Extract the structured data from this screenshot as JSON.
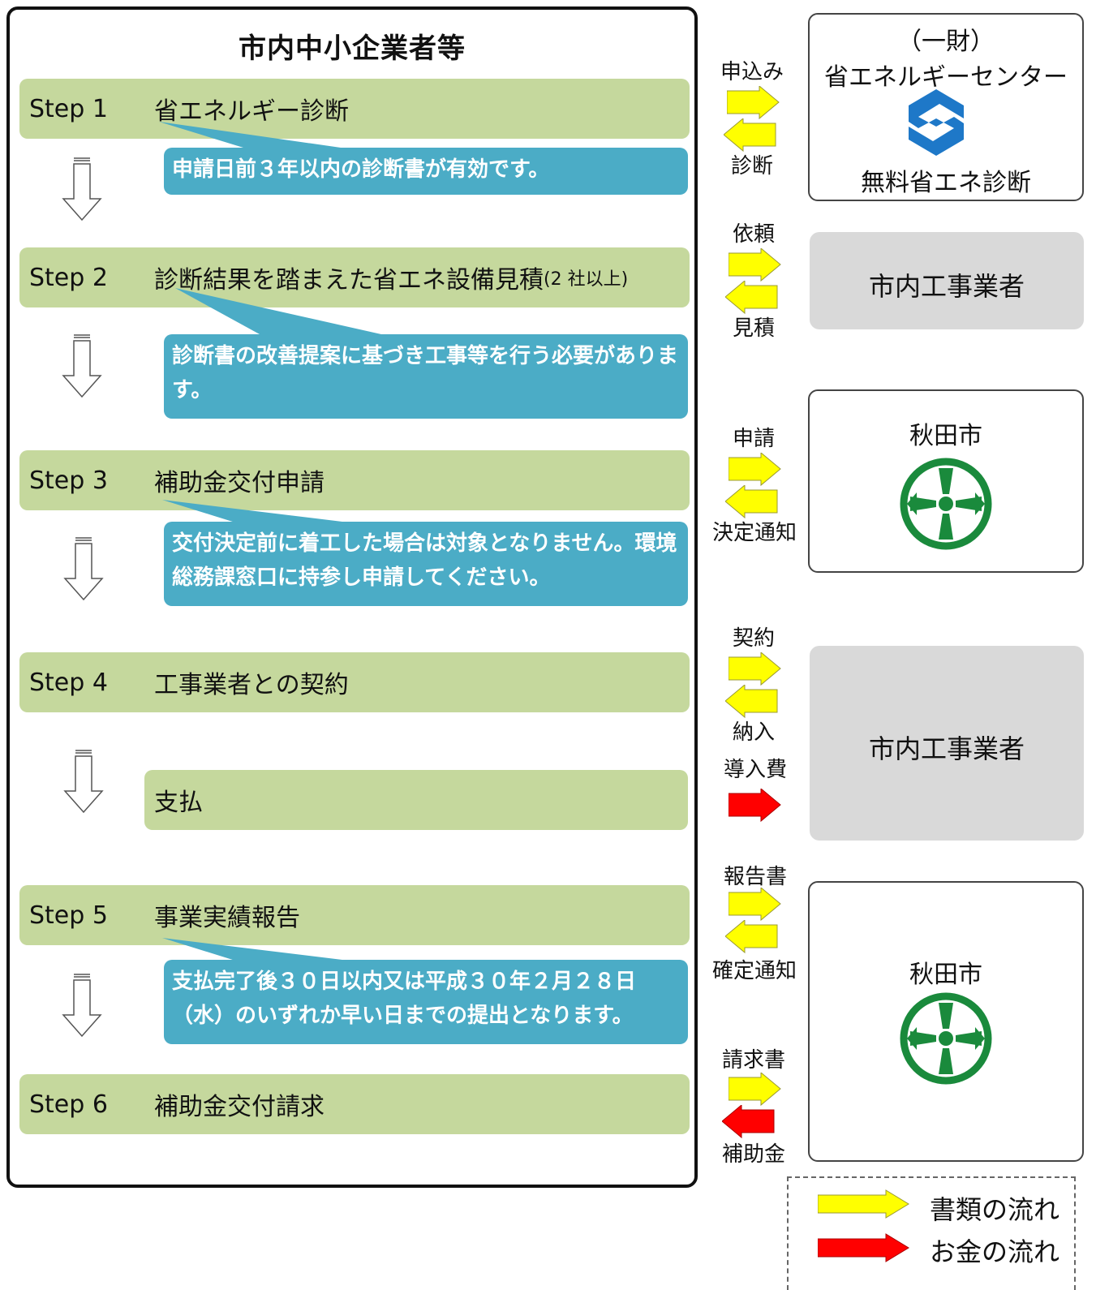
{
  "main": {
    "title": "市内中小企業者等",
    "steps": [
      {
        "label": "Step 1",
        "text": "省エネルギー診断",
        "note": "申請日前３年以内の診断書が有効です。"
      },
      {
        "label": "Step 2",
        "text": "診断結果を踏まえた省エネ設備見積",
        "suffix": "(2 社以上)",
        "note": "診断書の改善提案に基づき工事等を行う必要があります。"
      },
      {
        "label": "Step 3",
        "text": "補助金交付申請",
        "note": "交付決定前に着工した場合は対象となりません。環境総務課窓口に持参し申請してください。"
      },
      {
        "label": "Step 4",
        "text": "工事業者との契約",
        "sub": "支払"
      },
      {
        "label": "Step 5",
        "text": "事業実績報告",
        "note": "支払完了後３０日以内又は平成３０年２月２８日（水）のいずれか早い日までの提出となります。"
      },
      {
        "label": "Step 6",
        "text": "補助金交付請求"
      }
    ]
  },
  "side": {
    "energy_center": {
      "line1": "（一財）",
      "line2": "省エネルギーセンター",
      "line3": "無料省エネ診断",
      "logo_icon": "energy-center-logo"
    },
    "contractor1": "市内工事業者",
    "akita1": {
      "name": "秋田市",
      "emblem_icon": "akita-city-emblem"
    },
    "contractor2": "市内工事業者",
    "akita2": {
      "name": "秋田市",
      "emblem_icon": "akita-city-emblem"
    }
  },
  "flows": [
    {
      "top": "申込み",
      "bottom": "診断"
    },
    {
      "top": "依頼",
      "bottom": "見積"
    },
    {
      "top": "申請",
      "bottom": "決定通知"
    },
    {
      "top": "契約",
      "bottom": "納入"
    },
    {
      "single": "導入費"
    },
    {
      "top": "報告書",
      "bottom": "確定通知"
    },
    {
      "top": "請求書",
      "bottom": "補助金"
    }
  ],
  "legend": {
    "documents": "書類の流れ",
    "money": "お金の流れ"
  },
  "colors": {
    "step_bar": "#c5d89d",
    "note": "#4bacc6",
    "document_arrow": "#ffff00",
    "money_arrow": "#ff0000",
    "emblem": "#1a8a3c",
    "energy_logo": "#1e78c8",
    "grey_box": "#d9d9d9"
  }
}
